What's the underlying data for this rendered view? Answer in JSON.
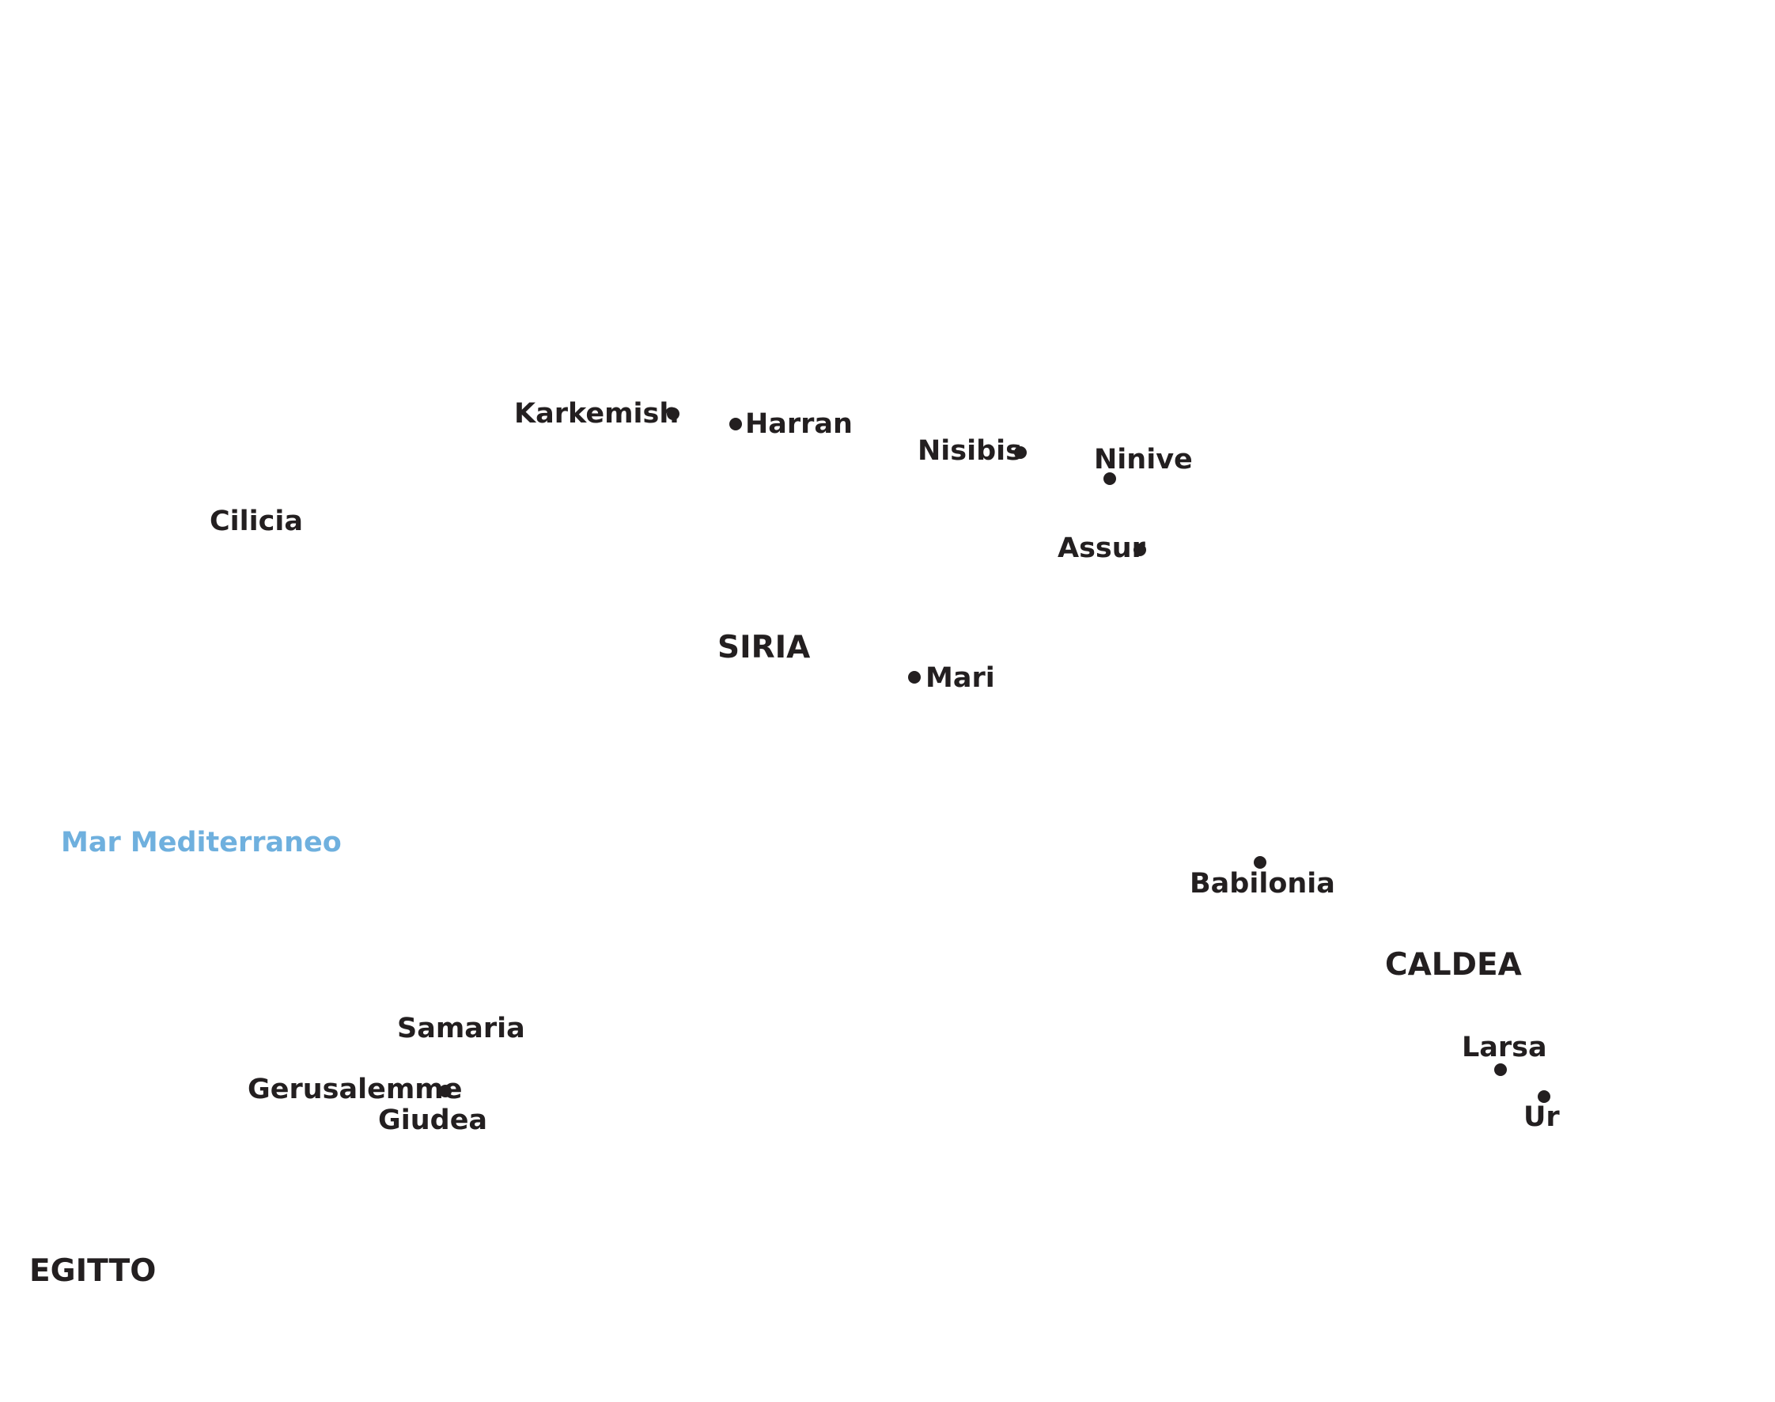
{
  "map": {
    "colors": {
      "text": "#231f20",
      "dot": "#231f20",
      "sea": "#6fb0de",
      "background": "#ffffff"
    },
    "cities": {
      "karkemish": "Karkemish",
      "harran": "Harran",
      "nisibis": "Nisibis",
      "ninive": "Ninive",
      "assur": "Assur",
      "mari": "Mari",
      "babilonia": "Babilonia",
      "larsa": "Larsa",
      "ur": "Ur",
      "gerusalemme": "Gerusalemme",
      "samaria": "Samaria"
    },
    "regions": {
      "cilicia": "Cilicia",
      "siria": "SIRIA",
      "caldea": "CALDEA",
      "giudea": "Giudea",
      "egitto": "EGITTO"
    },
    "sea": {
      "mediterraneo": "Mar Mediterraneo"
    }
  }
}
